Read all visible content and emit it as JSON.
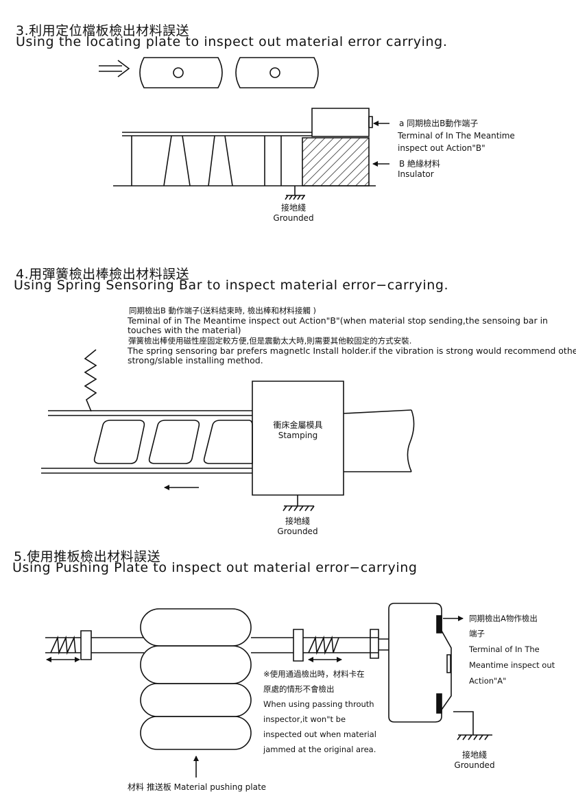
{
  "section3": {
    "title_zh": "3.利用定位檔板檢出材料誤送",
    "title_en": "Using the locating plate to inspect out material error carrying.",
    "label_a_zh": "a 同期檢出B動作端子",
    "label_a_en1": "Terminal of In The Meantime",
    "label_a_en2": "inspect out Action\"B\"",
    "label_b_zh": "B 絶緣材料",
    "label_b_en": "Insulator",
    "ground_zh": "接地綫",
    "ground_en": "Grounded"
  },
  "section4": {
    "title_zh": "4.用彈簧檢出棒檢出材料誤送",
    "title_en": "Using Spring Sensoring Bar to inspect material error−carrying.",
    "note_zh1": "同期檢出B 動作端子(送料結束時, 檢出棒和材料接觸 )",
    "note_en1a": "Teminal of in The Meantime inspect out Action\"B\"(when material stop sending,the sensoing bar in",
    "note_en1b": "touches with the material)",
    "note_zh2": "彈簧檢出棒使用磁性座固定較方便,但是震動太大時,則需要其他較固定的方式安裝.",
    "note_en2a": "The spring sensoring bar prefers magnetlc Install holder.if the vibration is strong would recommend other",
    "note_en2b": "strong/slable installing method.",
    "stamping_zh": "衝床金屬模具",
    "stamping_en": "Stamping",
    "ground_zh": "接地綫",
    "ground_en": "Grounded"
  },
  "section5": {
    "title_zh": "5.使用推板檢出材料誤送",
    "title_en": "Using Pushing Plate to inspect out material error−carrying",
    "label_a_zh1": "同期檢出A物作檢出",
    "label_a_zh2": "端子",
    "label_a_en1": "Terminal of In The",
    "label_a_en2": "Meantime inspect out",
    "label_a_en3": "Action\"A\"",
    "note_zh1": "※使用通過檢出時，材料卡在",
    "note_zh2": "原處的情形不會檢出",
    "note_en1": "When using passing throuth",
    "note_en2": "inspector,it won\"t be",
    "note_en3": "inspected out when material",
    "note_en4": "jammed at the original area.",
    "ground_zh": "接地綫",
    "ground_en": "Grounded",
    "pushing_plate": "材料 推送板  Material pushing plate"
  }
}
